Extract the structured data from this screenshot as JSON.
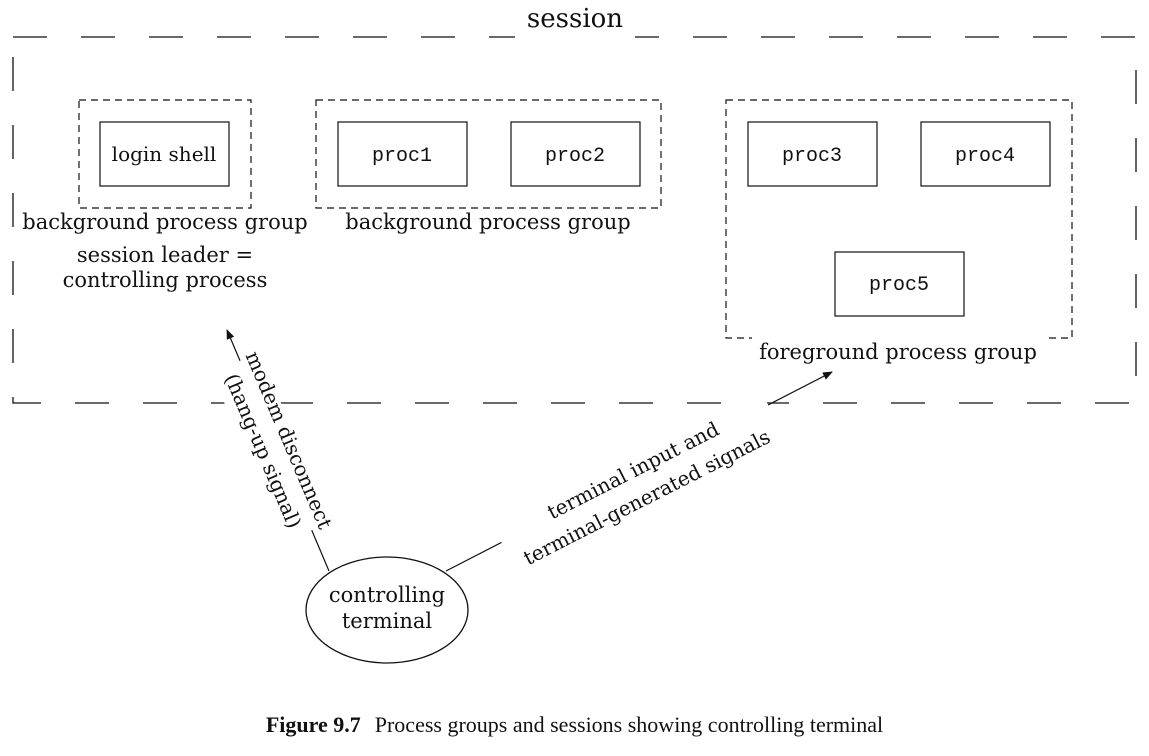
{
  "session": {
    "label": "session"
  },
  "groups": {
    "leader_group": {
      "box_label": "login shell",
      "group_label": "background process group"
    },
    "leader_note": {
      "line1": "session leader =",
      "line2": "controlling process"
    },
    "bg_group": {
      "procs": [
        "proc1",
        "proc2"
      ],
      "group_label": "background process group"
    },
    "fg_group": {
      "procs": [
        "proc3",
        "proc4",
        "proc5"
      ],
      "group_label": "foreground process group"
    }
  },
  "terminal": {
    "line1": "controlling",
    "line2": "terminal"
  },
  "arrows": {
    "hangup": {
      "line1": "modem disconnect",
      "line2": "(hang-up signal)"
    },
    "input": {
      "line1": "terminal input and",
      "line2": "terminal-generated signals"
    }
  },
  "caption": {
    "number": "Figure 9.7",
    "text": "Process groups and sessions showing controlling terminal"
  }
}
